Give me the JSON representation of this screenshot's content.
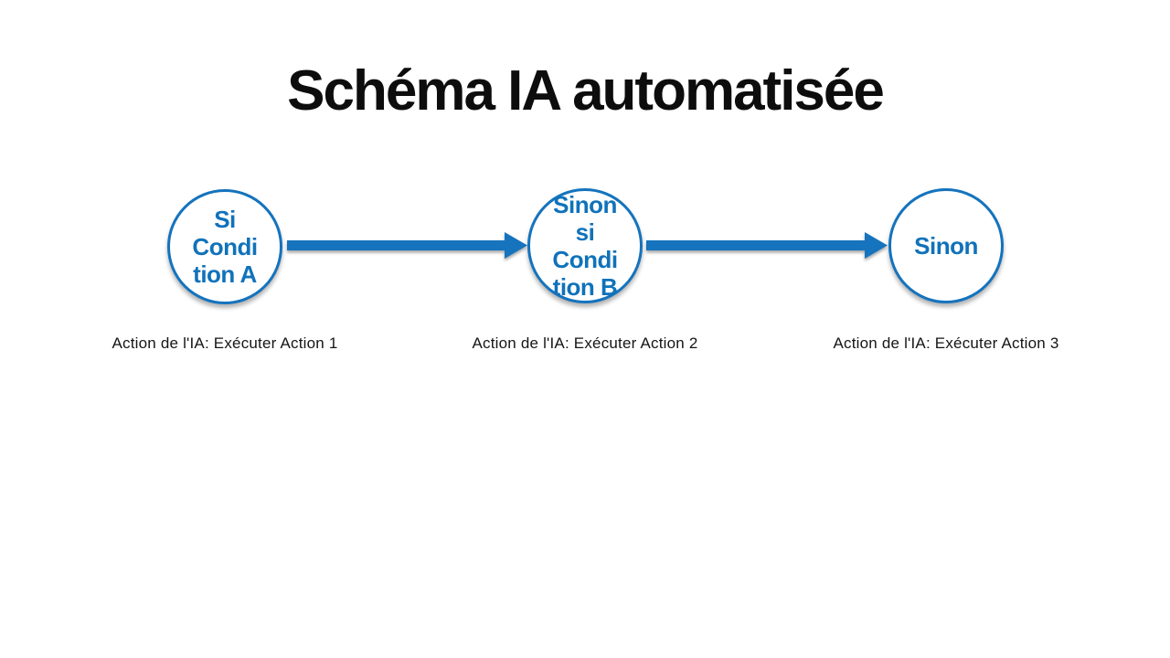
{
  "title": "Schéma IA automatisée",
  "colors": {
    "accent_blue": "#1473bd",
    "node_text_blue": "#1072ba",
    "body_text": "#151515",
    "background": "#ffffff"
  },
  "nodes": [
    {
      "label": "Si\nCondi\ntion A",
      "action": "Action de l'IA: Exécuter Action 1"
    },
    {
      "label": "Sinon\nsi\nCondi\ntion B",
      "action": "Action de l'IA: Exécuter Action 2"
    },
    {
      "label": "Sinon",
      "action": "Action de l'IA: Exécuter Action 3"
    }
  ],
  "connectors": [
    "arrow-right-icon",
    "arrow-right-icon"
  ]
}
